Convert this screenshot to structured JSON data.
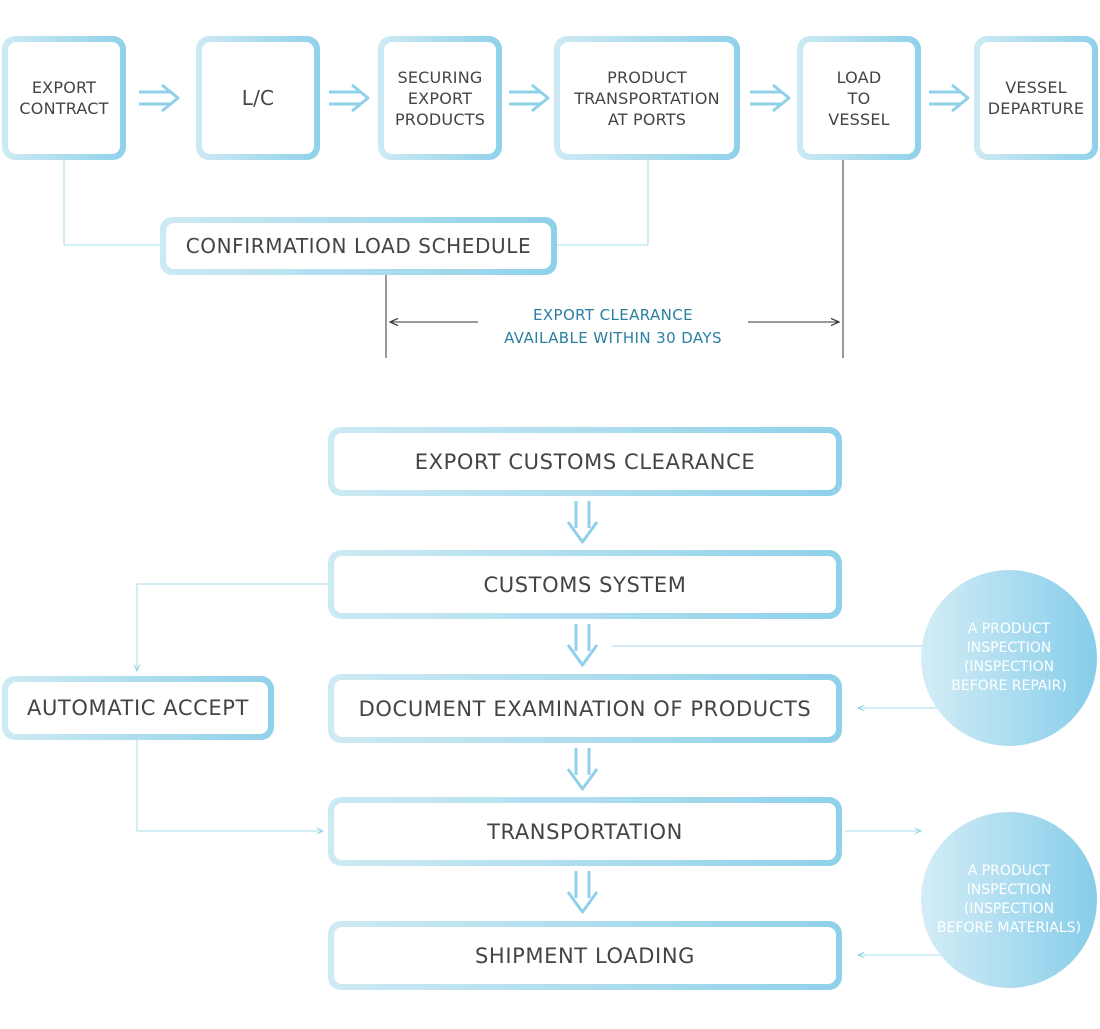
{
  "process": {
    "steps": [
      "EXPORT\nCONTRACT",
      "L/C",
      "SECURING\nEXPORT\nPRODUCTS",
      "PRODUCT\nTRANSPORTATION\nAT PORTS",
      "LOAD\nTO\nVESSEL",
      "VESSEL\nDEPARTURE"
    ],
    "confirmation": "CONFIRMATION LOAD SCHEDULE",
    "clearance_note": "EXPORT CLEARANCE\nAVAILABLE WITHIN 30 DAYS"
  },
  "customs": {
    "steps": [
      "EXPORT CUSTOMS CLEARANCE",
      "CUSTOMS SYSTEM",
      "DOCUMENT EXAMINATION OF PRODUCTS",
      "TRANSPORTATION",
      "SHIPMENT LOADING"
    ],
    "auto_accept": "AUTOMATIC ACCEPT",
    "inspection_repair": "A PRODUCT\nINSPECTION\n(INSPECTION\nBEFORE REPAIR)",
    "inspection_materials": "A PRODUCT\nINSPECTION\n(INSPECTION\nBEFORE MATERIALS)"
  },
  "colors": {
    "box_light": "#cdeaf3",
    "box_dark": "#8fd1ea",
    "arrow": "#8fd1ea",
    "note_text": "#2a7fa3"
  }
}
